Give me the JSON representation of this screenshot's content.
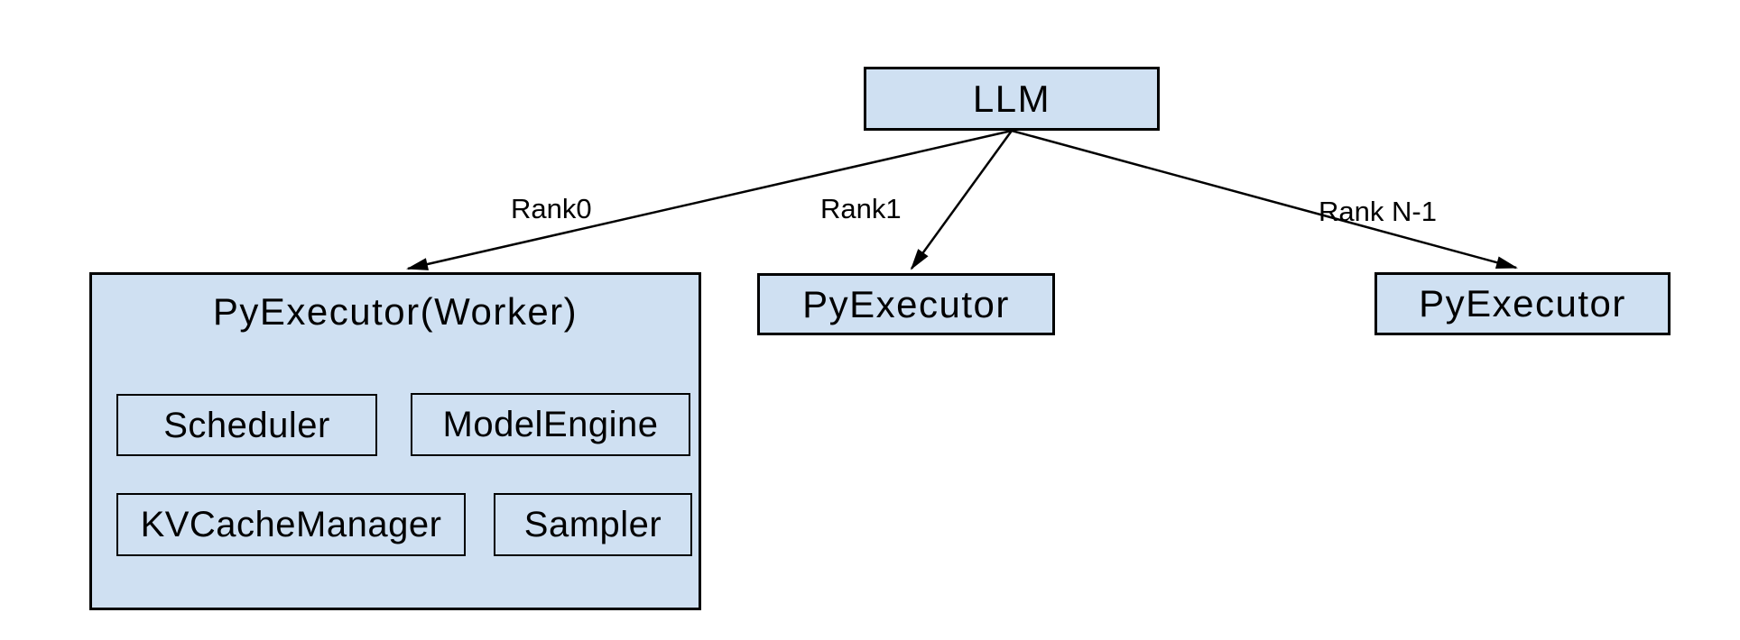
{
  "colors": {
    "box_fill": "#cfe0f2",
    "box_border": "#000000",
    "arrow": "#000000",
    "background": "#ffffff"
  },
  "nodes": {
    "llm": {
      "label": "LLM"
    },
    "worker0": {
      "label": "PyExecutor(Worker)",
      "components": [
        {
          "label": "Scheduler"
        },
        {
          "label": "ModelEngine"
        },
        {
          "label": "KVCacheManager"
        },
        {
          "label": "Sampler"
        }
      ]
    },
    "worker1": {
      "label": "PyExecutor"
    },
    "workerN": {
      "label": "PyExecutor"
    }
  },
  "edges": [
    {
      "label": "Rank0",
      "from": "LLM",
      "to": "PyExecutor(Worker)"
    },
    {
      "label": "Rank1",
      "from": "LLM",
      "to": "PyExecutor"
    },
    {
      "label": "Rank N-1",
      "from": "LLM",
      "to": "PyExecutor"
    }
  ]
}
